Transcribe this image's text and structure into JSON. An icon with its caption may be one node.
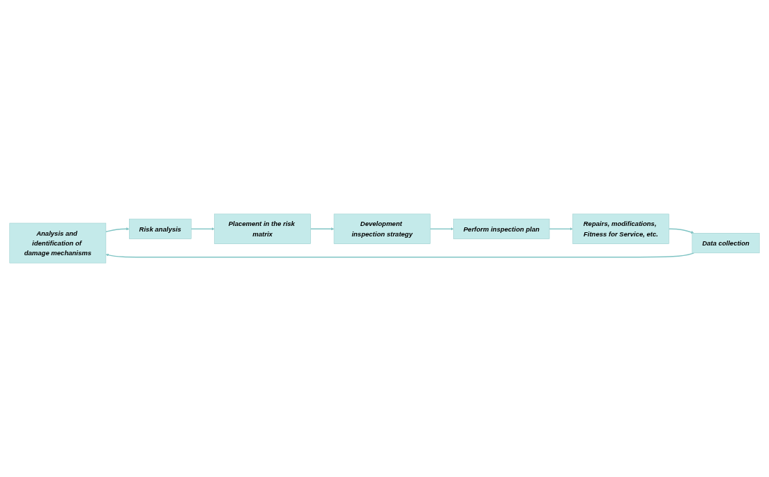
{
  "diagram": {
    "nodes": [
      {
        "text": [
          "Analysis and identification of damage mechanisms"
        ]
      },
      {
        "text": [
          "Risk analysis"
        ]
      },
      {
        "text": [
          "Placement in the risk matrix"
        ]
      },
      {
        "text": [
          "Development inspection strategy"
        ]
      },
      {
        "text": [
          "Perform inspection plan"
        ]
      },
      {
        "text": [
          "Repairs, modifications, Fitness for Service, etc."
        ]
      },
      {
        "text": [
          "Data collection"
        ]
      }
    ],
    "edges": [
      {
        "from": 0,
        "to": 1,
        "arrow": "to"
      },
      {
        "from": 1,
        "to": 2,
        "arrow": "to"
      },
      {
        "from": 2,
        "to": 3,
        "arrow": "to"
      },
      {
        "from": 3,
        "to": 4,
        "arrow": "to"
      },
      {
        "from": 4,
        "to": 5,
        "arrow": "to"
      },
      {
        "from": 5,
        "to": 6,
        "arrow": "to"
      },
      {
        "from": 6,
        "to": 0,
        "arrow": "to"
      }
    ]
  }
}
